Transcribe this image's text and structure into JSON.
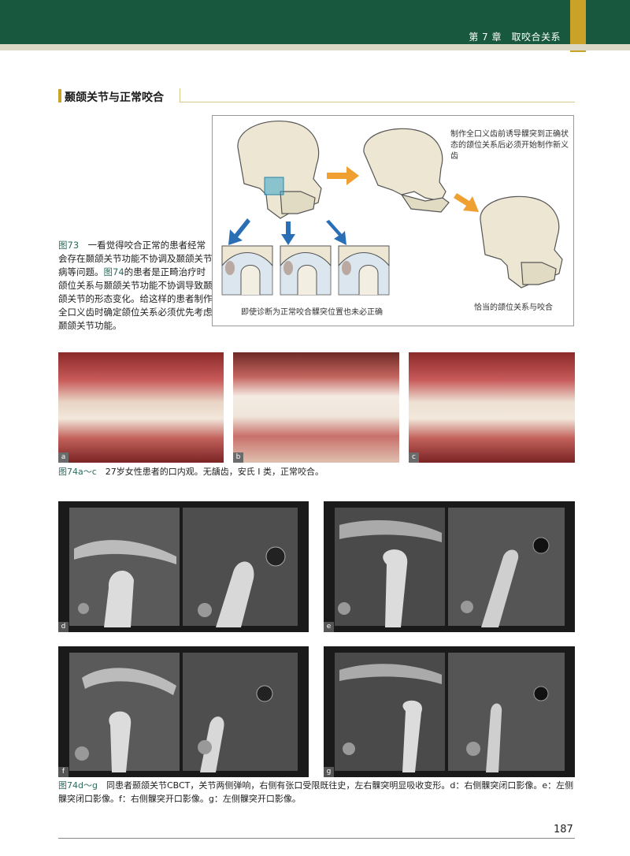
{
  "header": {
    "chapter": "第 7 章　取咬合关系"
  },
  "section": {
    "title": "颞颌关节与正常咬合"
  },
  "fig73": {
    "label": "图73",
    "text_a": "　一看觉得咬合正常的患者经常会存在颞颌关节功能不协调及颞颌关节病等问题。",
    "ref": "图74",
    "text_b": "的患者是正畸治疗时颌位关系与颞颌关节功能不协调导致颞颌关节的形态变化。给这样的患者制作全口义齿时确定颌位关系必须优先考虑颞颌关节功能。"
  },
  "diagram": {
    "note_top": "制作全口义齿前诱导髁突到正确状态的颌位关系后必须开始制作新义齿",
    "caption_left": "即使诊断为正常咬合髁突位置也未必正确",
    "caption_right": "恰当的颌位关系与咬合",
    "colors": {
      "bone": "#ece6d2",
      "arrow_blue": "#2a6fb5",
      "arrow_orange": "#f0a030",
      "highlight": "#3aa4c9"
    }
  },
  "photos": {
    "labels": [
      "a",
      "b",
      "c"
    ],
    "caption_label": "图74a～c",
    "caption_text": "　27岁女性患者的口内观。无龋齿，安氏 Ⅰ 类，正常咬合。"
  },
  "cbct": {
    "labels": [
      "d",
      "e",
      "f",
      "g"
    ],
    "caption_label": "图74d～g",
    "caption_text": "　同患者颞颌关节CBCT，关节两侧弹响，右侧有张口受限既往史，左右髁突明显吸收变形。d：右侧髁突闭口影像。e：左侧髁突闭口影像。f：右侧髁突开口影像。g：左侧髁突开口影像。"
  },
  "page_number": "187"
}
